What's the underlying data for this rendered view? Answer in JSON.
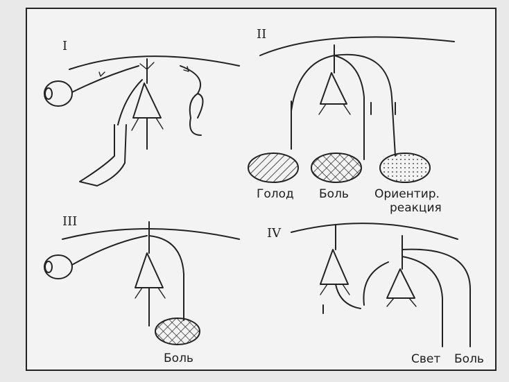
{
  "panels": [
    {
      "numeral": "I",
      "labels": []
    },
    {
      "numeral": "II",
      "labels": [
        "Голод",
        "Боль",
        "Ориентир.",
        "реакция"
      ]
    },
    {
      "numeral": "III",
      "labels": [
        "Боль"
      ]
    },
    {
      "numeral": "IV",
      "labels": [
        "Свет",
        "Боль"
      ]
    }
  ],
  "colors": {
    "ink": "#222222",
    "paper": "#f3f3f3",
    "background": "#e9e9ea"
  },
  "icons": [
    "eye-icon",
    "ear-icon",
    "leg-icon",
    "neuron-icon",
    "hatched-zone-icon"
  ]
}
